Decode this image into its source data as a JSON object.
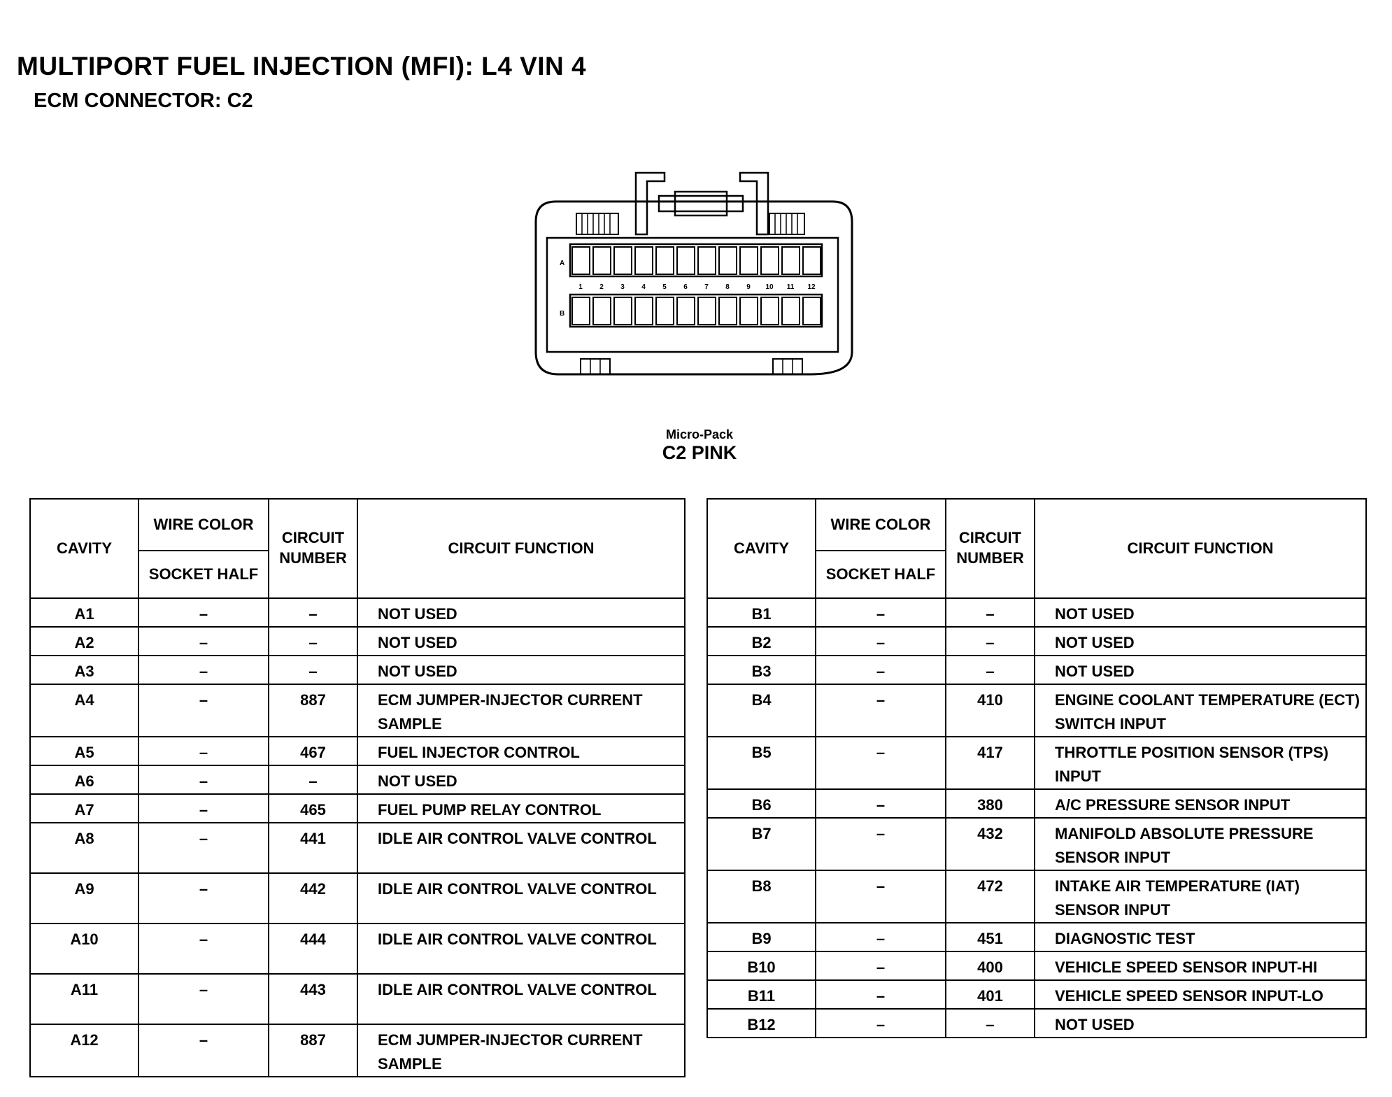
{
  "header": {
    "title": "MULTIPORT FUEL INJECTION (MFI): L4 VIN 4",
    "subtitle": "ECM CONNECTOR: C2"
  },
  "connector": {
    "row_labels": [
      "A",
      "B"
    ],
    "pin_numbers": [
      "1",
      "2",
      "3",
      "4",
      "5",
      "6",
      "7",
      "8",
      "9",
      "10",
      "11",
      "12"
    ],
    "caption_small": "Micro-Pack",
    "caption_main": "C2 PINK"
  },
  "columns": {
    "cavity": "CAVITY",
    "wire_color": "WIRE COLOR",
    "socket_half": "SOCKET HALF",
    "circuit_number": "CIRCUIT NUMBER",
    "circuit_function": "CIRCUIT FUNCTION"
  },
  "left_rows": [
    {
      "cavity": "A1",
      "wire": "–",
      "circuit": "–",
      "function": "NOT USED"
    },
    {
      "cavity": "A2",
      "wire": "–",
      "circuit": "–",
      "function": "NOT USED"
    },
    {
      "cavity": "A3",
      "wire": "–",
      "circuit": "–",
      "function": "NOT USED"
    },
    {
      "cavity": "A4",
      "wire": "–",
      "circuit": "887",
      "function": "ECM JUMPER-INJECTOR CURRENT SAMPLE"
    },
    {
      "cavity": "A5",
      "wire": "–",
      "circuit": "467",
      "function": "FUEL INJECTOR CONTROL"
    },
    {
      "cavity": "A6",
      "wire": "–",
      "circuit": "–",
      "function": "NOT USED"
    },
    {
      "cavity": "A7",
      "wire": "–",
      "circuit": "465",
      "function": "FUEL PUMP RELAY CONTROL"
    },
    {
      "cavity": "A8",
      "wire": "–",
      "circuit": "441",
      "function": "IDLE AIR CONTROL VALVE CONTROL"
    },
    {
      "cavity": "A9",
      "wire": "–",
      "circuit": "442",
      "function": "IDLE AIR CONTROL VALVE CONTROL"
    },
    {
      "cavity": "A10",
      "wire": "–",
      "circuit": "444",
      "function": "IDLE AIR CONTROL VALVE CONTROL"
    },
    {
      "cavity": "A11",
      "wire": "–",
      "circuit": "443",
      "function": "IDLE AIR CONTROL VALVE CONTROL"
    },
    {
      "cavity": "A12",
      "wire": "–",
      "circuit": "887",
      "function": "ECM JUMPER-INJECTOR CURRENT SAMPLE"
    }
  ],
  "right_rows": [
    {
      "cavity": "B1",
      "wire": "–",
      "circuit": "–",
      "function": "NOT USED"
    },
    {
      "cavity": "B2",
      "wire": "–",
      "circuit": "–",
      "function": "NOT USED"
    },
    {
      "cavity": "B3",
      "wire": "–",
      "circuit": "–",
      "function": "NOT USED"
    },
    {
      "cavity": "B4",
      "wire": "–",
      "circuit": "410",
      "function": "ENGINE COOLANT TEMPERATURE (ECT) SWITCH INPUT"
    },
    {
      "cavity": "B5",
      "wire": "–",
      "circuit": "417",
      "function": "THROTTLE POSITION SENSOR (TPS) INPUT"
    },
    {
      "cavity": "B6",
      "wire": "–",
      "circuit": "380",
      "function": "A/C PRESSURE SENSOR INPUT"
    },
    {
      "cavity": "B7",
      "wire": "–",
      "circuit": "432",
      "function": "MANIFOLD ABSOLUTE PRESSURE SENSOR INPUT"
    },
    {
      "cavity": "B8",
      "wire": "–",
      "circuit": "472",
      "function": "INTAKE AIR TEMPERATURE (IAT) SENSOR INPUT"
    },
    {
      "cavity": "B9",
      "wire": "–",
      "circuit": "451",
      "function": "DIAGNOSTIC TEST"
    },
    {
      "cavity": "B10",
      "wire": "–",
      "circuit": "400",
      "function": "VEHICLE SPEED SENSOR INPUT-HI"
    },
    {
      "cavity": "B11",
      "wire": "–",
      "circuit": "401",
      "function": "VEHICLE SPEED SENSOR INPUT-LO"
    },
    {
      "cavity": "B12",
      "wire": "–",
      "circuit": "–",
      "function": "NOT USED"
    }
  ]
}
